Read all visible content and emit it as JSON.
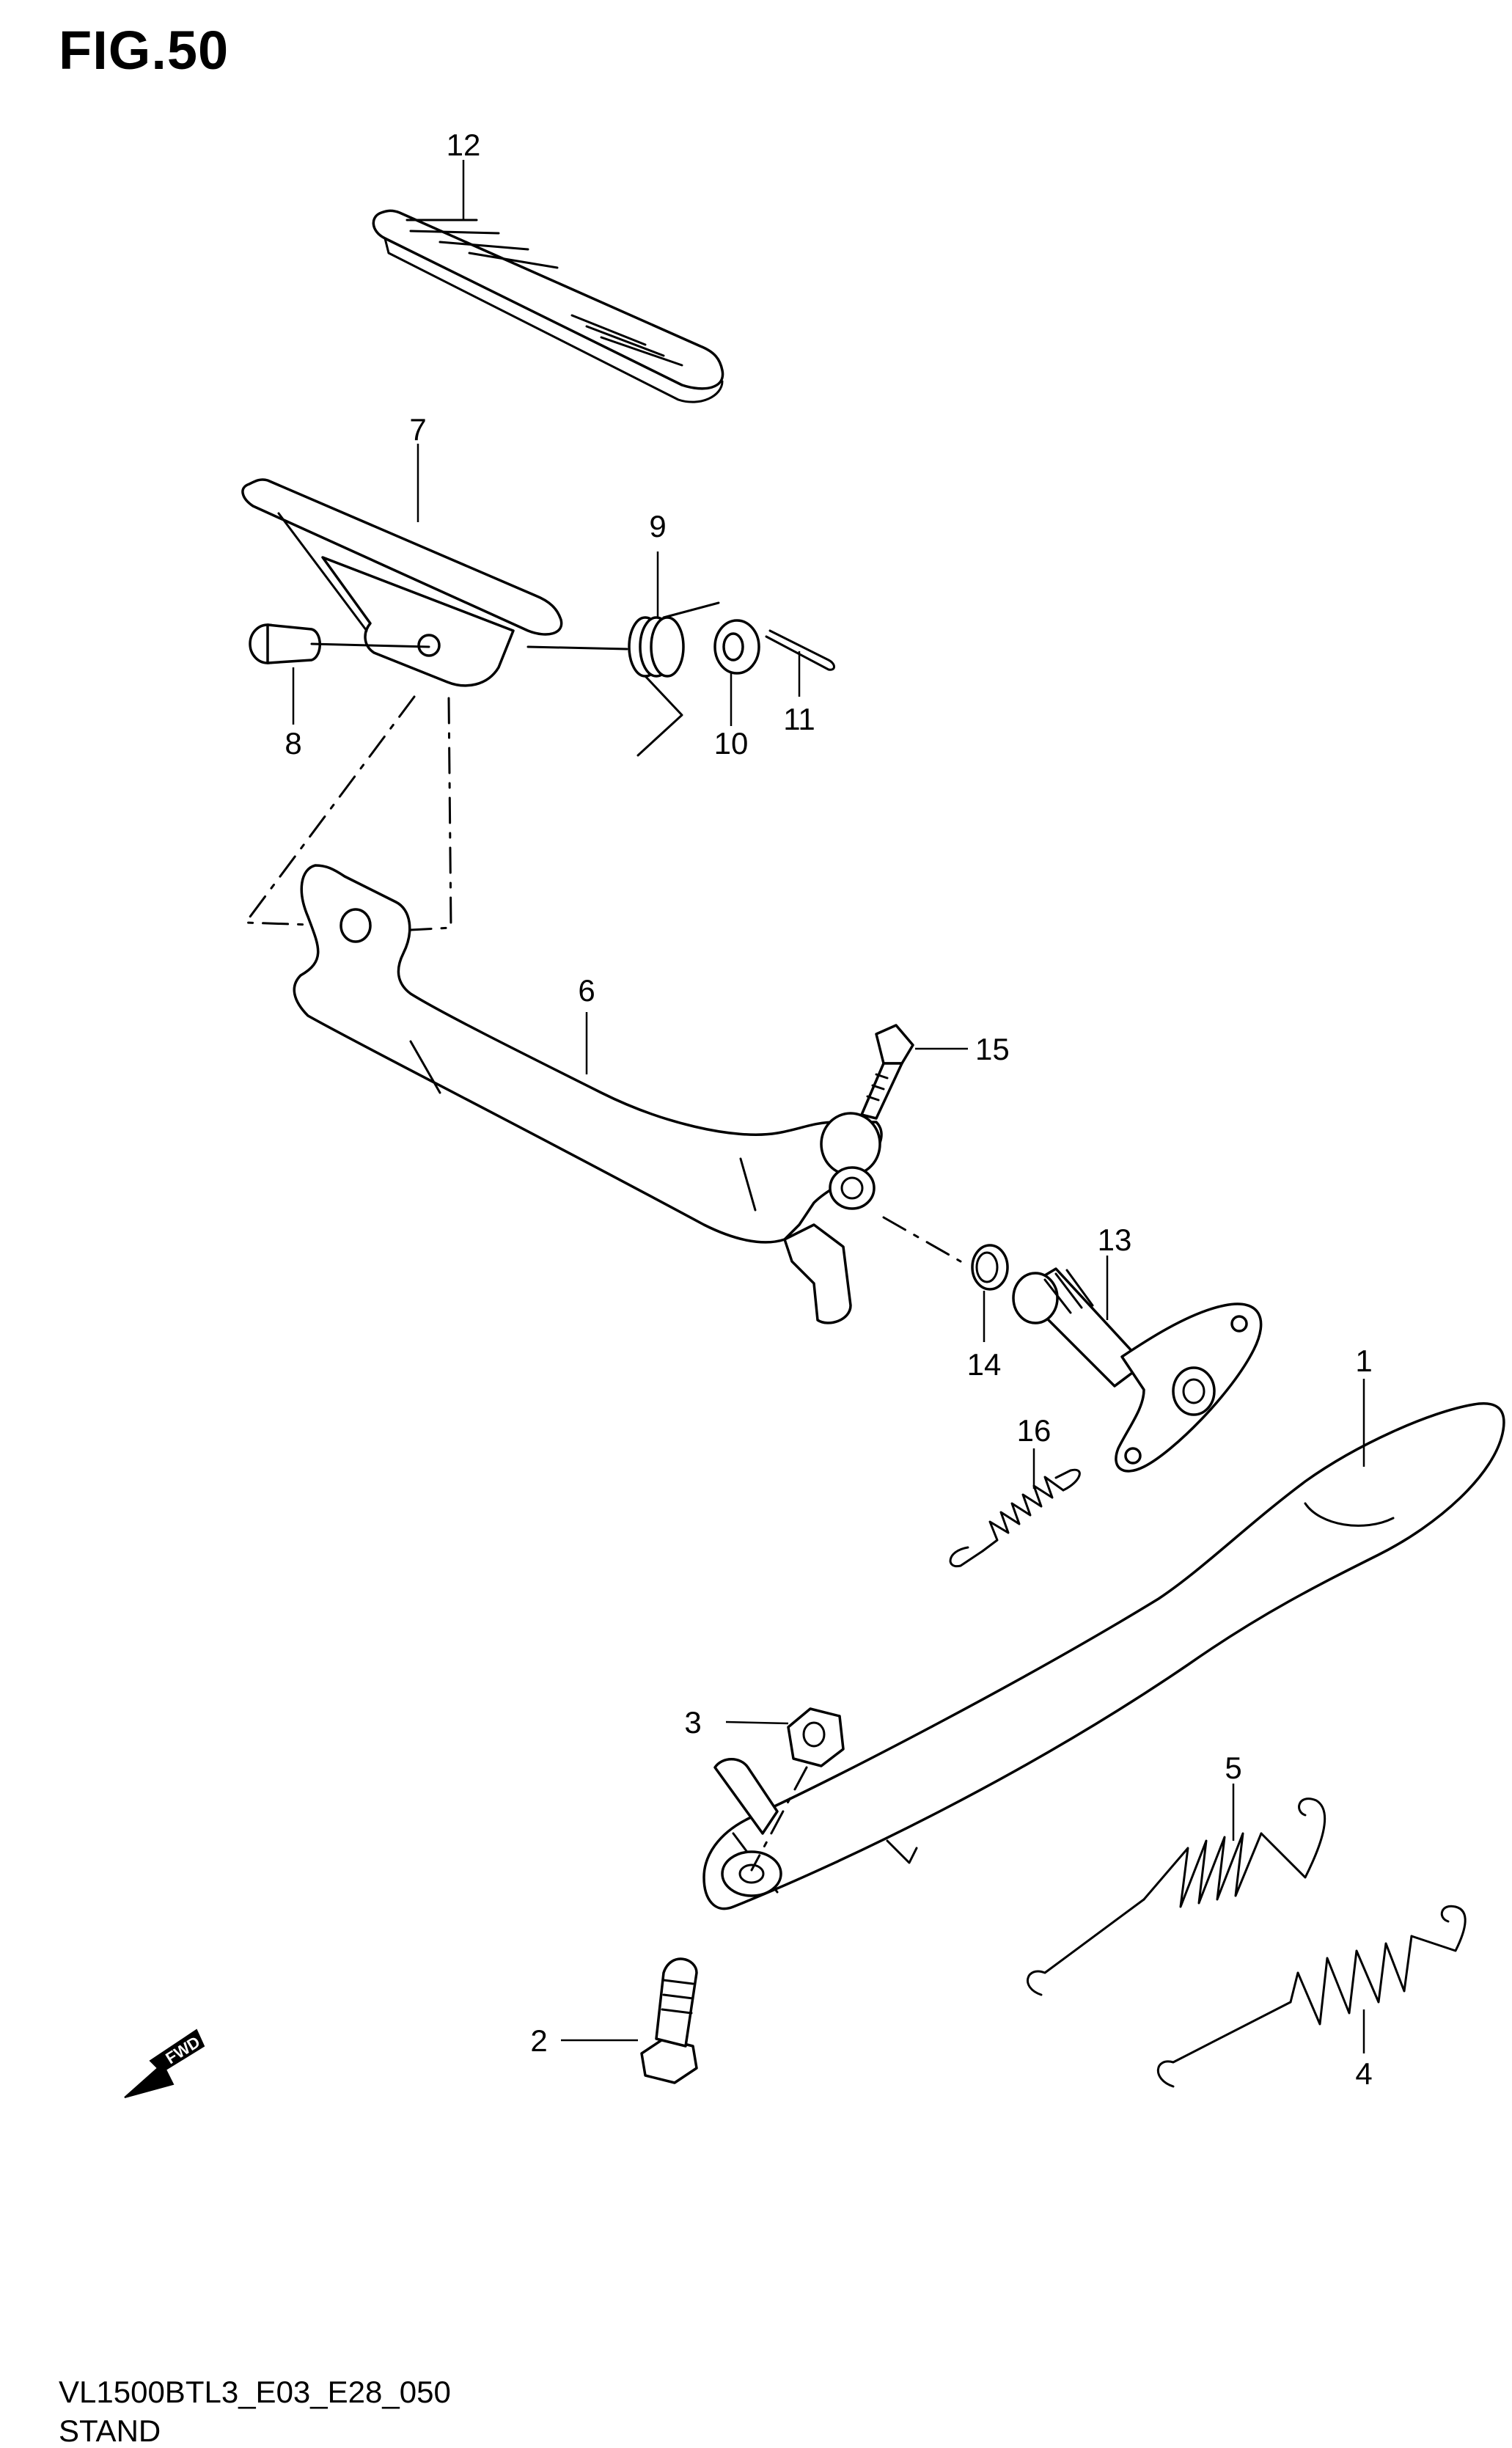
{
  "figure": {
    "title": "FIG.50",
    "model_code": "VL1500BTL3_E03_E28_050",
    "section": "STAND"
  },
  "callouts": [
    "1",
    "2",
    "3",
    "4",
    "5",
    "6",
    "7",
    "8",
    "9",
    "10",
    "11",
    "12",
    "13",
    "14",
    "15",
    "16"
  ],
  "fwd_label": "FWD"
}
